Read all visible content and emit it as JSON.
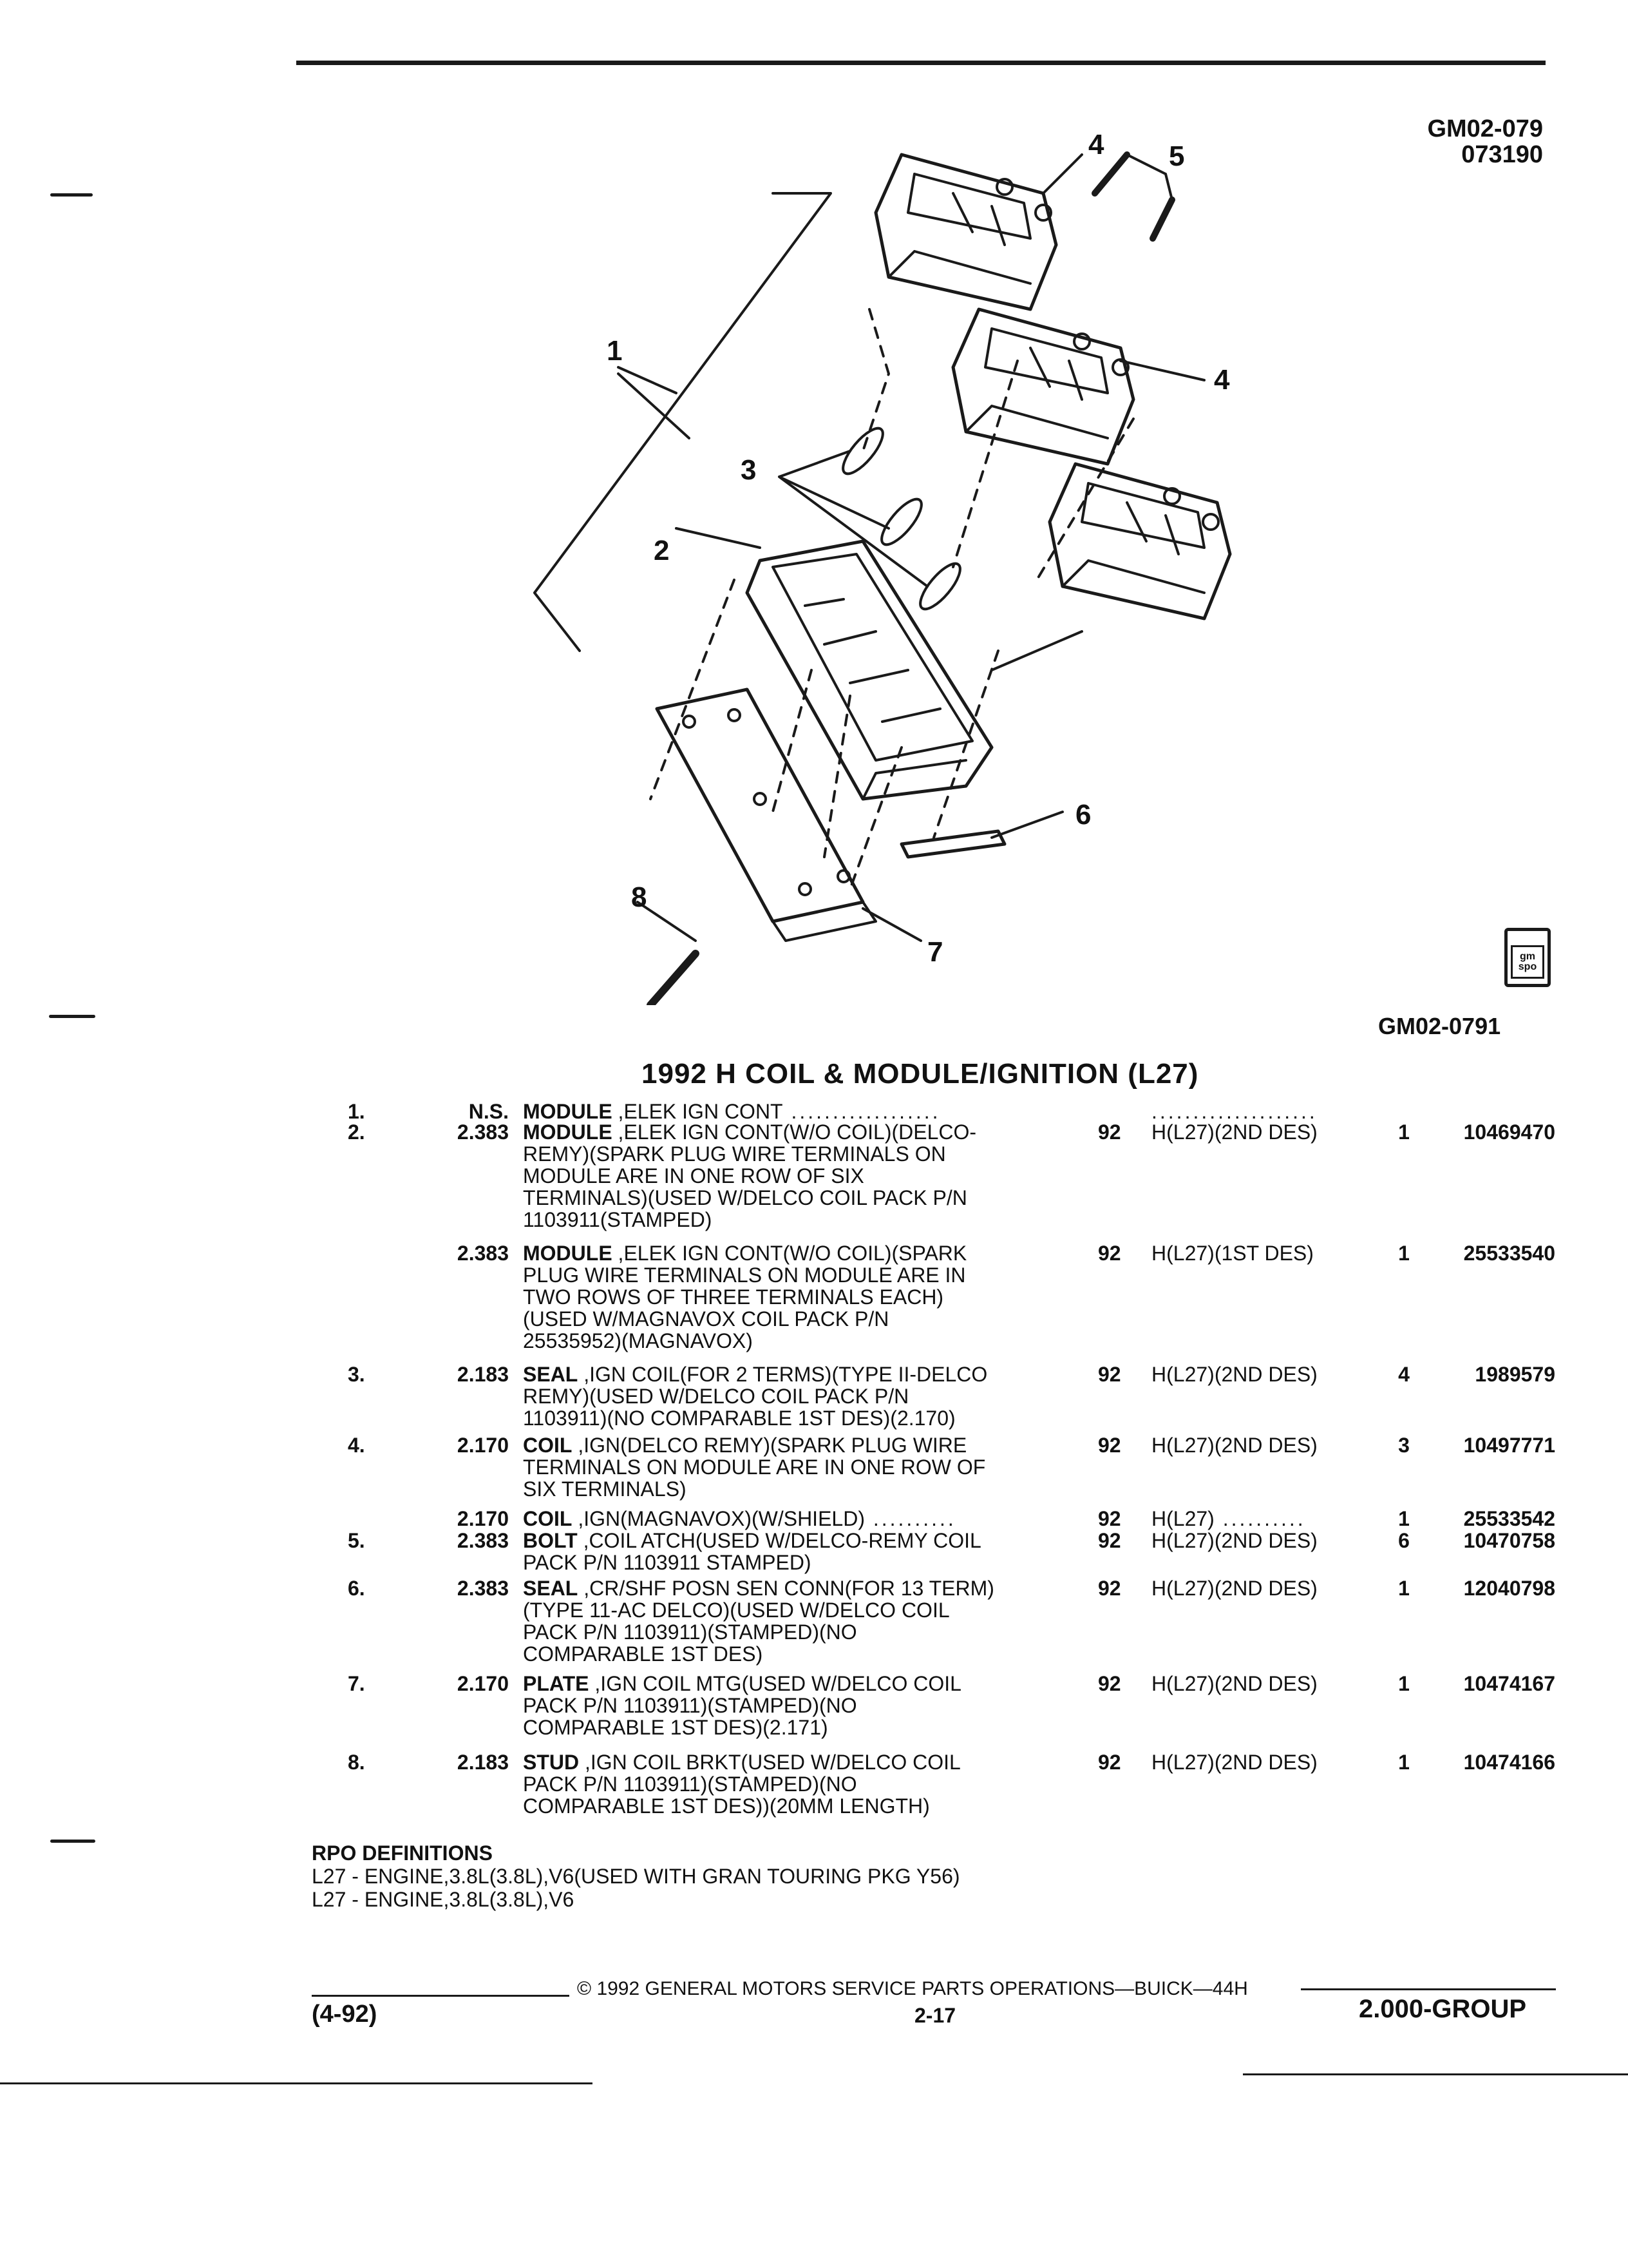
{
  "header": {
    "ref_top": "GM02-079",
    "ref_date": "073190"
  },
  "diagram": {
    "callouts": [
      "1",
      "2",
      "3",
      "4",
      "4",
      "5",
      "6",
      "7",
      "8"
    ],
    "figure_label": "GM02-0791",
    "logo_text": "gm spo"
  },
  "title": "1992 H COIL & MODULE/IGNITION (L27)",
  "parts": [
    {
      "item": "1.",
      "group": "N.S.",
      "name": "MODULE",
      "desc": " ,ELEK IGN CONT",
      "year": "",
      "model": "",
      "qty": "",
      "part": ""
    },
    {
      "item": "2.",
      "group": "2.383",
      "name": "MODULE",
      "desc": " ,ELEK IGN CONT(W/O COIL)(DELCO-\nREMY)(SPARK PLUG WIRE TERMINALS ON\nMODULE ARE IN ONE ROW OF SIX\nTERMINALS)(USED W/DELCO COIL PACK P/N\n1103911(STAMPED)",
      "year": "92",
      "model": "H(L27)(2ND DES)",
      "qty": "1",
      "part": "10469470"
    },
    {
      "item": "",
      "group": "2.383",
      "name": "MODULE",
      "desc": " ,ELEK IGN CONT(W/O COIL)(SPARK\nPLUG WIRE TERMINALS ON MODULE ARE IN\nTWO ROWS OF THREE TERMINALS EACH)\n(USED W/MAGNAVOX COIL PACK P/N\n25535952)(MAGNAVOX)",
      "year": "92",
      "model": "H(L27)(1ST DES)",
      "qty": "1",
      "part": "25533540"
    },
    {
      "item": "3.",
      "group": "2.183",
      "name": "SEAL",
      "desc": " ,IGN COIL(FOR 2 TERMS)(TYPE II-DELCO\nREMY)(USED W/DELCO COIL PACK P/N\n1103911)(NO COMPARABLE 1ST DES)(2.170)",
      "year": "92",
      "model": "H(L27)(2ND DES)",
      "qty": "4",
      "part": "1989579"
    },
    {
      "item": "4.",
      "group": "2.170",
      "name": "COIL",
      "desc": " ,IGN(DELCO REMY)(SPARK PLUG WIRE\nTERMINALS ON MODULE ARE IN ONE ROW OF\nSIX TERMINALS)",
      "year": "92",
      "model": "H(L27)(2ND DES)",
      "qty": "3",
      "part": "10497771"
    },
    {
      "item": "",
      "group": "2.170",
      "name": "COIL",
      "desc": " ,IGN(MAGNAVOX)(W/SHIELD)",
      "year": "92",
      "model": "H(L27)",
      "qty": "1",
      "part": "25533542"
    },
    {
      "item": "5.",
      "group": "2.383",
      "name": "BOLT",
      "desc": " ,COIL ATCH(USED W/DELCO-REMY COIL\nPACK P/N 1103911 STAMPED)",
      "year": "92",
      "model": "H(L27)(2ND DES)",
      "qty": "6",
      "part": "10470758"
    },
    {
      "item": "6.",
      "group": "2.383",
      "name": "SEAL",
      "desc": " ,CR/SHF POSN SEN CONN(FOR 13 TERM)\n(TYPE 11-AC DELCO)(USED W/DELCO COIL\nPACK P/N 1103911)(STAMPED)(NO\nCOMPARABLE 1ST DES)",
      "year": "92",
      "model": "H(L27)(2ND DES)",
      "qty": "1",
      "part": "12040798"
    },
    {
      "item": "7.",
      "group": "2.170",
      "name": "PLATE",
      "desc": " ,IGN COIL MTG(USED W/DELCO COIL\nPACK P/N 1103911)(STAMPED)(NO\nCOMPARABLE 1ST DES)(2.171)",
      "year": "92",
      "model": "H(L27)(2ND DES)",
      "qty": "1",
      "part": "10474167"
    },
    {
      "item": "8.",
      "group": "2.183",
      "name": "STUD",
      "desc": " ,IGN COIL BRKT(USED W/DELCO COIL\nPACK P/N 1103911)(STAMPED)(NO\nCOMPARABLE 1ST DES))(20MM LENGTH)",
      "year": "92",
      "model": "H(L27)(2ND DES)",
      "qty": "1",
      "part": "10474166"
    }
  ],
  "rpo": {
    "heading": "RPO DEFINITIONS",
    "lines": [
      "L27 - ENGINE,3.8L(3.8L),V6(USED WITH GRAN TOURING PKG Y56)",
      "L27 - ENGINE,3.8L(3.8L),V6"
    ]
  },
  "footer": {
    "copyright": "© 1992 GENERAL MOTORS SERVICE PARTS OPERATIONS—BUICK—44H",
    "date": "(4-92)",
    "page": "2-17",
    "group": "2.000-GROUP"
  }
}
